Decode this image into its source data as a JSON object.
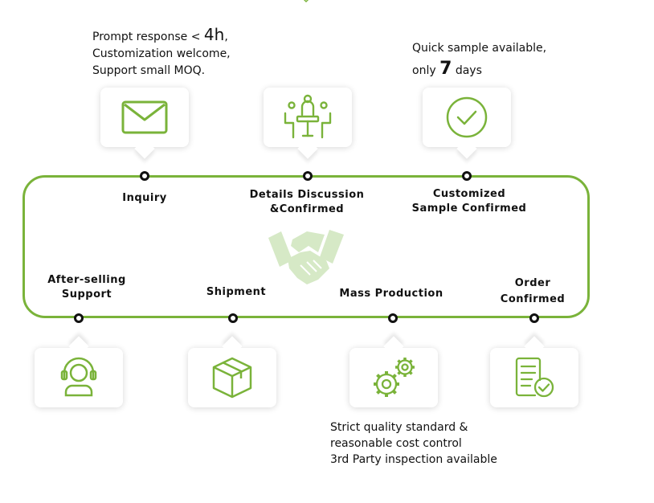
{
  "colors": {
    "accent": "#7ab33a",
    "node": "#111111",
    "handshake": "#d6e9c6"
  },
  "notes": {
    "inquiry": {
      "line1_prefix": "Prompt response < ",
      "line1_big": "4h",
      "line1_suffix": ",",
      "line2": "Customization welcome,",
      "line3": "Support small MOQ."
    },
    "sample": {
      "line1": "Quick sample available,",
      "line2_prefix": "only ",
      "line2_big": "7",
      "line2_suffix": " days"
    },
    "production": {
      "line1": "Strict quality standard &",
      "line2": "reasonable cost control",
      "line3": "3rd Party inspection available"
    }
  },
  "stages": {
    "inquiry": {
      "label": "Inquiry",
      "icon": "envelope-icon"
    },
    "details": {
      "label_line1": "Details Discussion",
      "label_line2": "&Confirmed",
      "icon": "meeting-table-icon"
    },
    "sample": {
      "label_line1": "Customized",
      "label_line2": "Sample Confirmed",
      "icon": "check-circle-icon"
    },
    "order": {
      "label_line1": "Order",
      "label_line2": "Confirmed",
      "icon": "document-check-icon"
    },
    "production": {
      "label": "Mass Production",
      "icon": "gears-icon"
    },
    "shipment": {
      "label": "Shipment",
      "icon": "box-icon"
    },
    "support": {
      "label_line1": "After-selling",
      "label_line2": "Support",
      "icon": "headset-person-icon"
    }
  },
  "center_icon": "handshake-icon"
}
